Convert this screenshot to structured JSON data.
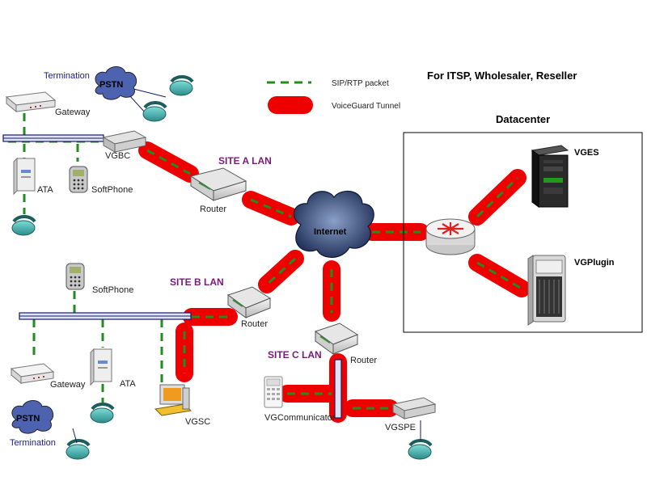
{
  "colors": {
    "tunnel": "#ee0000",
    "sip": "#228b22",
    "lan": "#1a1a6a"
  },
  "title": "For  ITSP, Wholesaler, Reseller",
  "legend": {
    "sip": "SIP/RTP packet",
    "tunnel": "VoiceGuard Tunnel"
  },
  "datacenter": {
    "title": "Datacenter",
    "vges": "VGES",
    "vgplugin": "VGPlugin"
  },
  "sites": {
    "a": "SITE A LAN",
    "b": "SITE B LAN",
    "c": "SITE C LAN"
  },
  "internet": "Internet",
  "labels": {
    "termination_top": "Termination",
    "pstn_top": "PSTN",
    "gateway_top": "Gateway",
    "vgbc": "VGBC",
    "ata_top": "ATA",
    "softphone_top": "SoftPhone",
    "router_a": "Router",
    "softphone_b": "SoftPhone",
    "router_b": "Router",
    "gateway_b": "Gateway",
    "ata_b": "ATA",
    "pstn_b": "PSTN",
    "termination_b": "Termination",
    "vgsc": "VGSC",
    "router_c": "Router",
    "vgcommunicator": "VGCommunicator",
    "vgspe": "VGSPE"
  }
}
